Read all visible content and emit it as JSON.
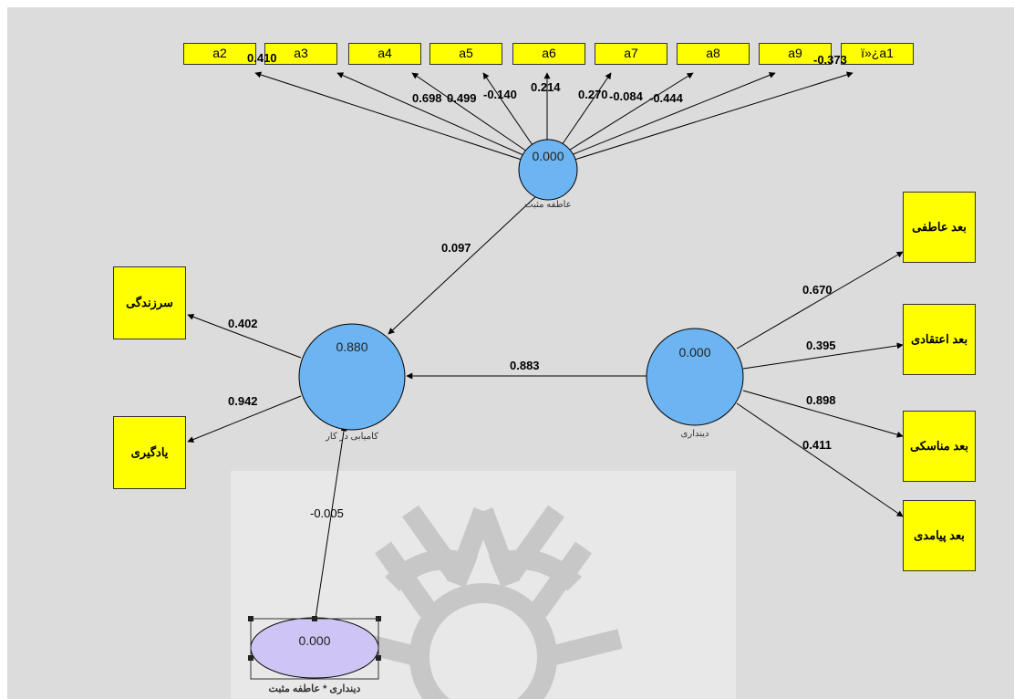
{
  "indicators_top": [
    "a2",
    "a3",
    "a4",
    "a5",
    "a6",
    "a7",
    "a8",
    "a9",
    "ï»¿a1"
  ],
  "indicators_left": [
    "سرزندگی",
    "یادگیری"
  ],
  "indicators_right": [
    "بعد عاطفی",
    "بعد اعتقادی",
    "بعد مناسکی",
    "بعد پیامدی"
  ],
  "constructs": {
    "positive_affect": {
      "name": "عاطفه مثبت",
      "r2": "0.000"
    },
    "work_thriving": {
      "name": "کامیابی در کار",
      "r2": "0.880"
    },
    "religiosity": {
      "name": "دینداری",
      "r2": "0.000"
    },
    "interaction": {
      "name": "دینداری * عاطفه مثبت",
      "r2": "0.000"
    }
  },
  "loadings_top": [
    "0.410",
    "0.698",
    "0.499",
    "-0.140",
    "0.214",
    "0.270",
    "-0.084",
    "-0.444",
    "-0.373"
  ],
  "loadings_left": [
    "0.402",
    "0.942"
  ],
  "loadings_right": [
    "0.670",
    "0.395",
    "0.898",
    "0.411"
  ],
  "paths": {
    "affect_to_thriving": "0.097",
    "religiosity_to_thriving": "0.883",
    "interaction_to_thriving": "-0.005"
  },
  "colors": {
    "background": "#dcdcdc",
    "indicator_fill": "#ffff00",
    "construct_fill": "#6cb4f2",
    "interaction_fill": "#cfc5f5",
    "watermark": "#c6c6c6"
  }
}
